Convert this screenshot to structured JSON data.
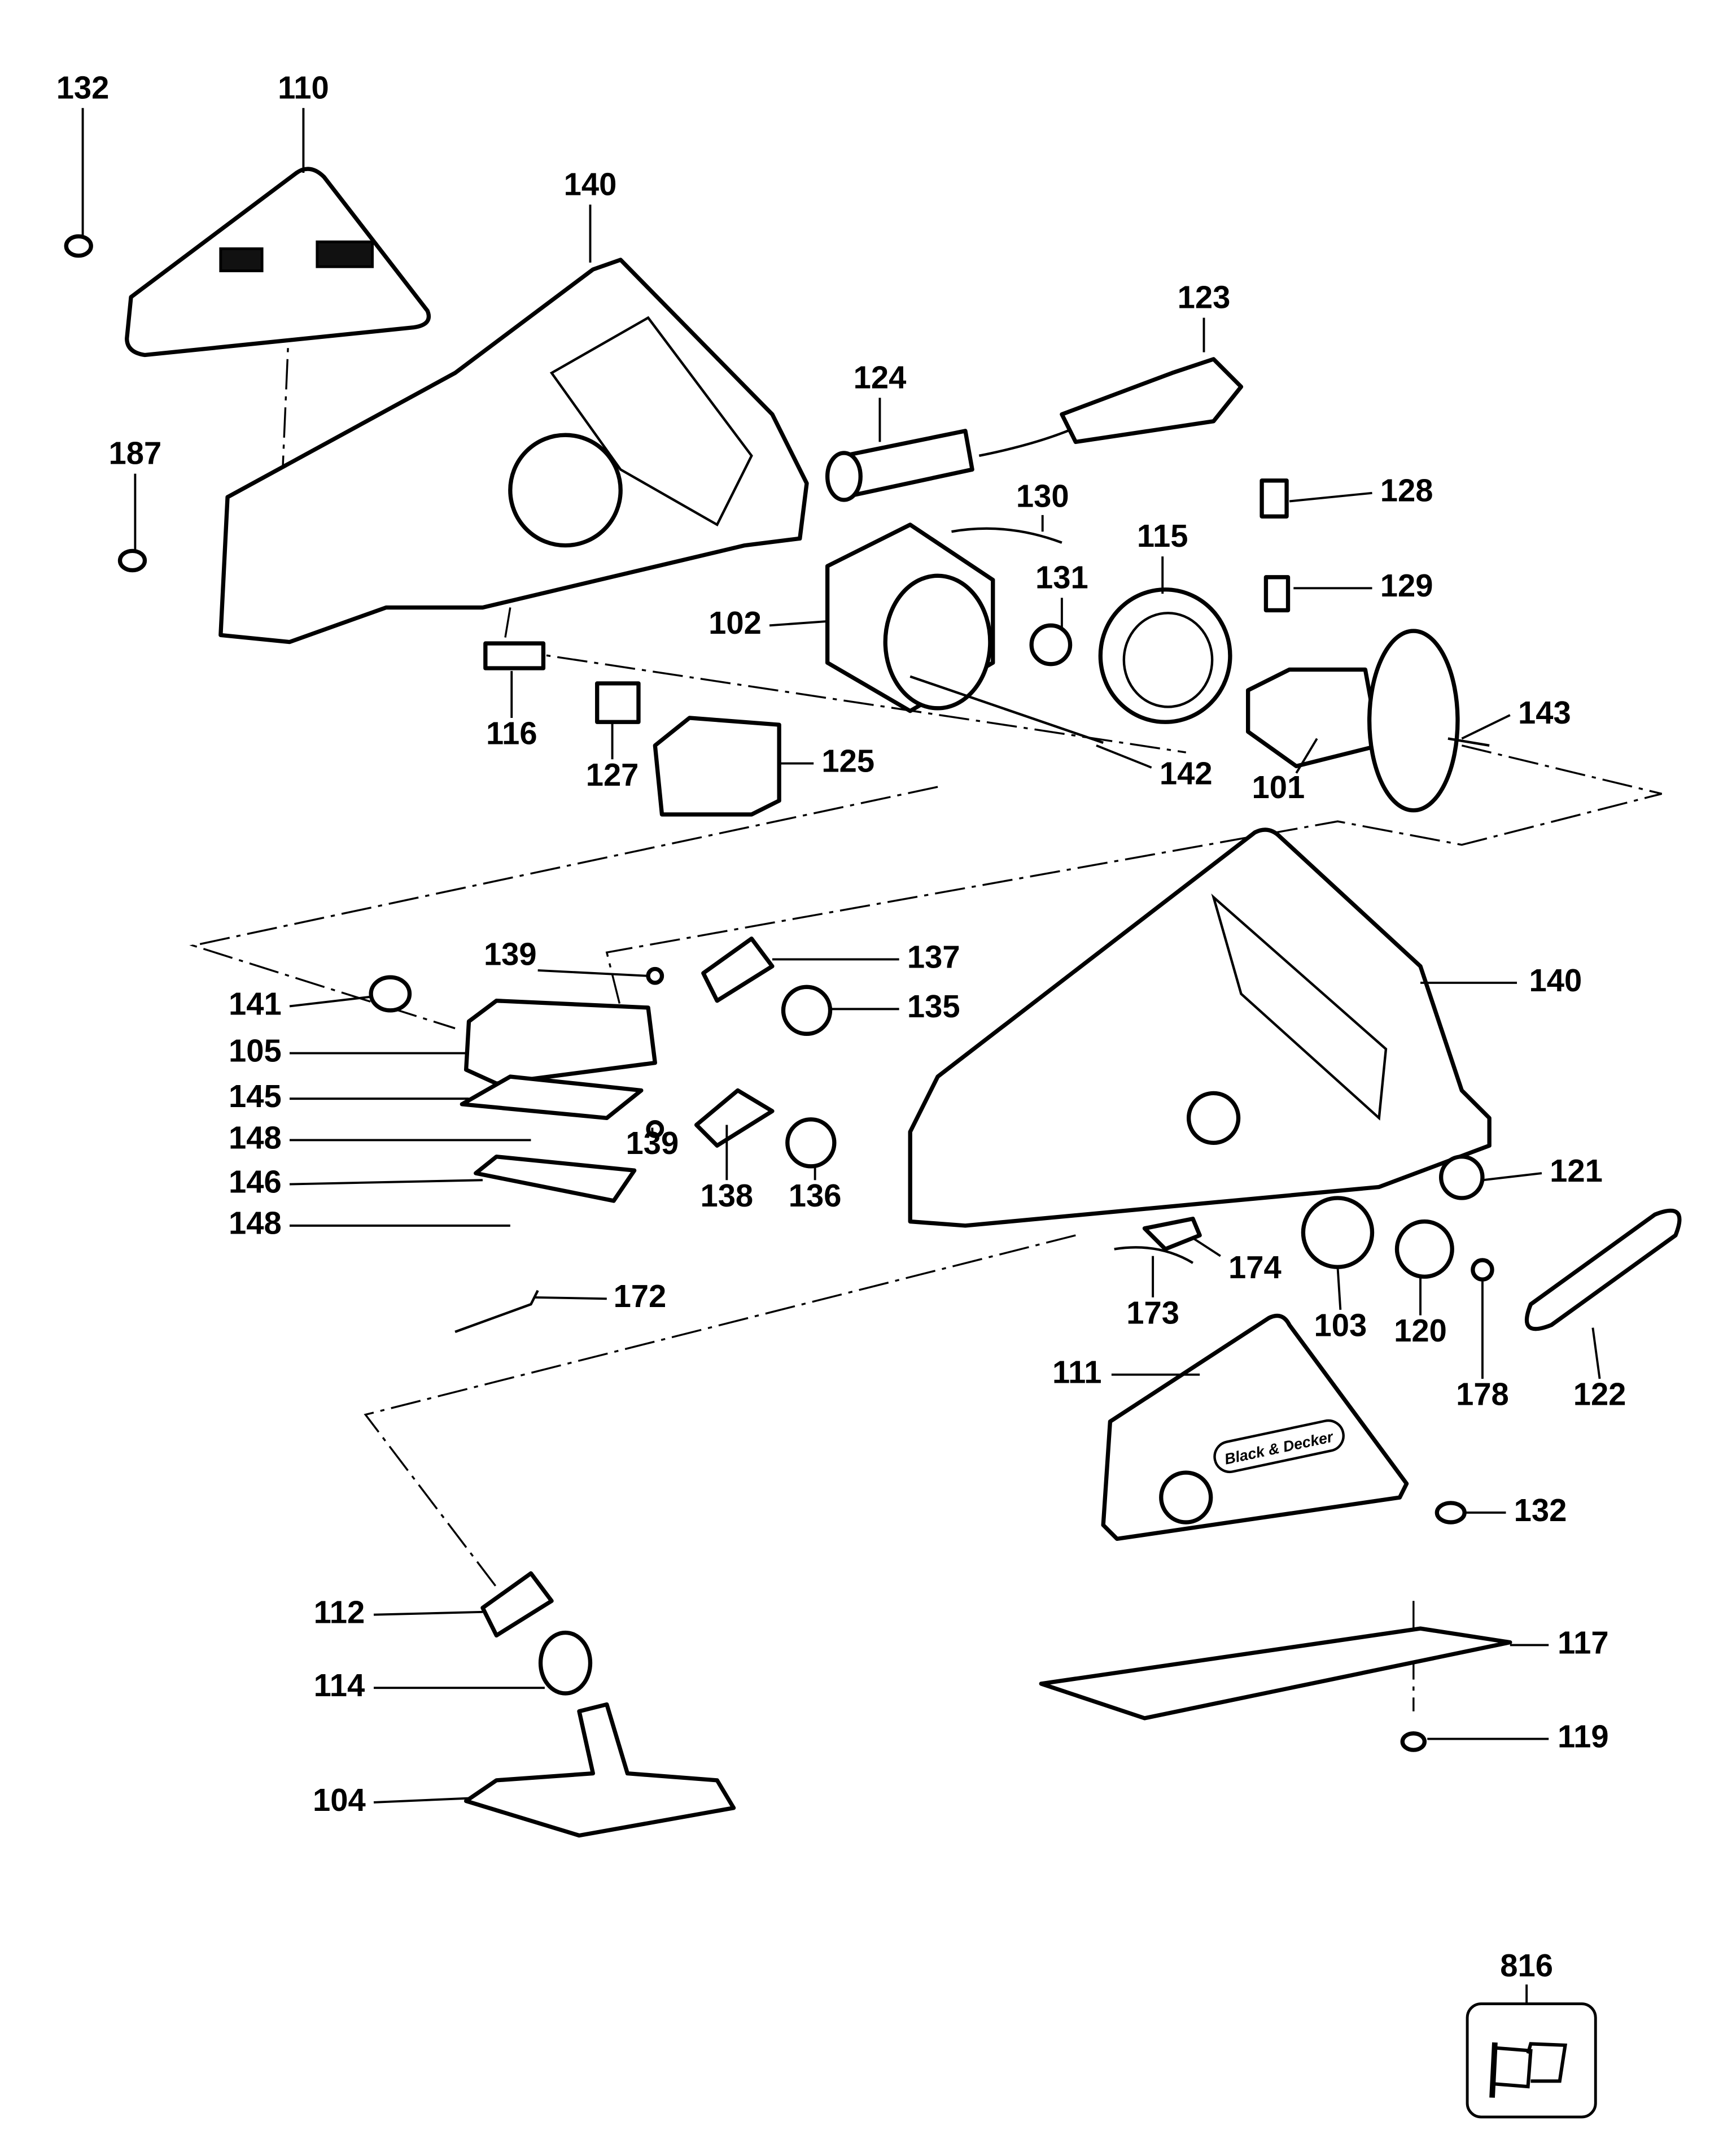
{
  "diagram": {
    "part_labels": [
      "132",
      "110",
      "140",
      "187",
      "124",
      "123",
      "130",
      "128",
      "115",
      "131",
      "102",
      "129",
      "143",
      "116",
      "127",
      "125",
      "142",
      "101",
      "139",
      "137",
      "141",
      "135",
      "140",
      "105",
      "145",
      "148",
      "139",
      "138",
      "136",
      "146",
      "148",
      "121",
      "174",
      "173",
      "103",
      "120",
      "178",
      "122",
      "172",
      "111",
      "132",
      "112",
      "114",
      "117",
      "119",
      "104"
    ],
    "page_code": "816",
    "page_icon": "flag-icon",
    "cover_logo_text": "Black & Decker"
  }
}
